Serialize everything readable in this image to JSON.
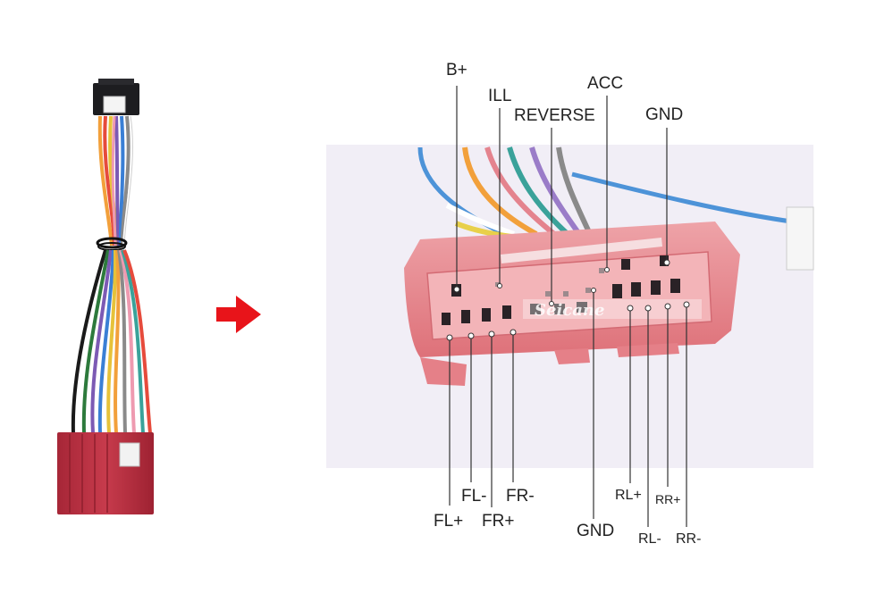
{
  "diagram": {
    "watermark": "Seicane",
    "colors": {
      "connector_red": "#c73b4c",
      "connector_pink": "#e37b84",
      "arrow": "#e8141a",
      "photo_bg": "#f1eef6",
      "line": "#333333"
    },
    "top_labels": [
      "B+",
      "ILL",
      "REVERSE",
      "ACC",
      "GND"
    ],
    "bottom_labels": [
      "FL+",
      "FL-",
      "FR+",
      "FR-",
      "GND",
      "RL+",
      "RR+",
      "RL-",
      "RR-"
    ]
  }
}
